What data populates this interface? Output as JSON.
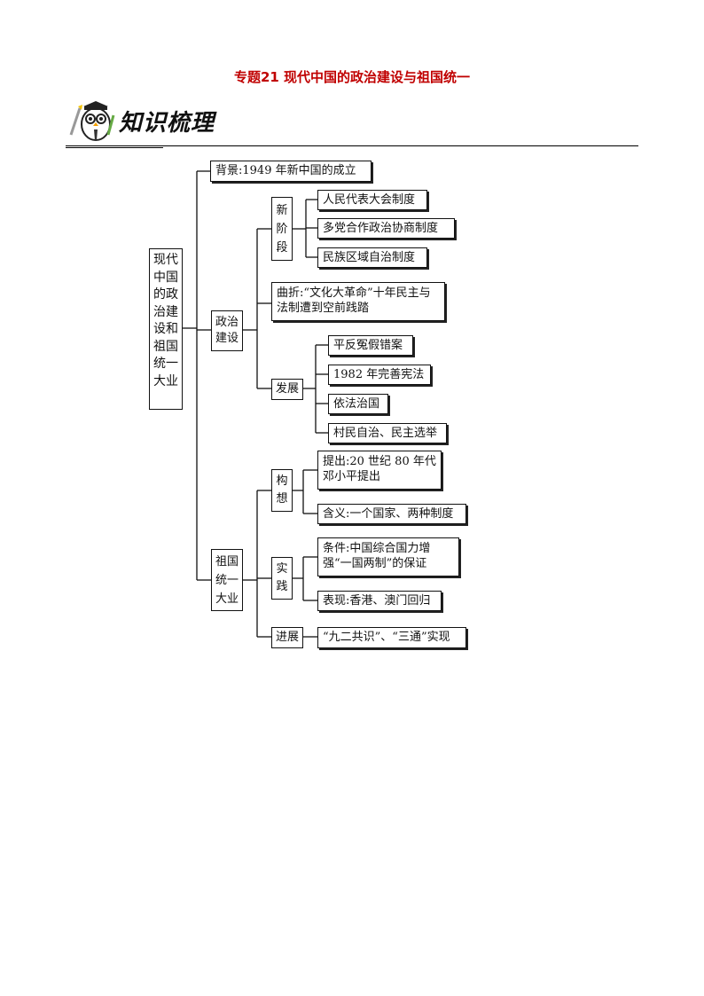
{
  "title": "专题21  现代中国的政治建设与祖国统一",
  "header": {
    "section_label": "知识梳理"
  },
  "diagram": {
    "root": "现代中国的政治建设和祖国统一大业",
    "background": "背景:1949 年新中国的成立",
    "political": {
      "label": "政治建设",
      "new_stage": {
        "label": "新阶段",
        "items": [
          "人民代表大会制度",
          "多党合作政治协商制度",
          "民族区域自治制度"
        ]
      },
      "setback": "曲折:“文化大革命”十年民主与法制遭到空前践踏",
      "development": {
        "label": "发展",
        "items": [
          "平反冤假错案",
          "1982 年完善宪法",
          "依法治国",
          "村民自治、民主选举"
        ]
      }
    },
    "unification": {
      "label": "祖国统一大业",
      "concept": {
        "label": "构想",
        "items": [
          "提出:20 世纪 80 年代邓小平提出",
          "含义:一个国家、两种制度"
        ]
      },
      "practice": {
        "label": "实践",
        "items": [
          "条件:中国综合国力增强“一国两制”的保证",
          "表现:香港、澳门回归"
        ]
      },
      "progress": {
        "label": "进展",
        "item": "“九二共识”、“三通”实现"
      }
    }
  }
}
